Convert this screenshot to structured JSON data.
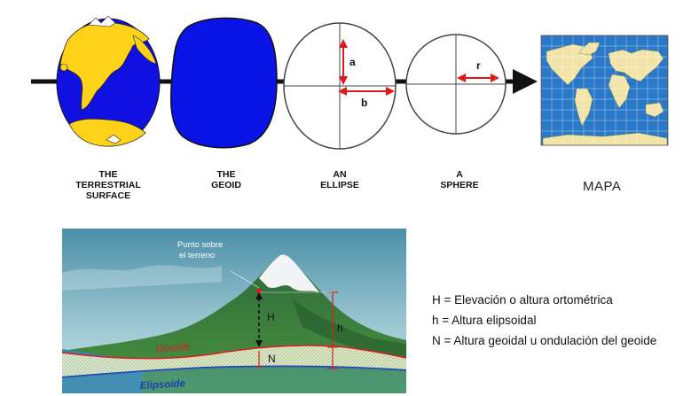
{
  "top_row": {
    "labels": [
      {
        "name": "terrestrial-surface-label",
        "text": "THE\nTERRESTRIAL\nSURFACE"
      },
      {
        "name": "geoid-label",
        "text": "THE\nGEOID"
      },
      {
        "name": "ellipse-label",
        "text": "AN\nELLIPSE"
      },
      {
        "name": "sphere-label",
        "text": "A\nSPHERE"
      }
    ],
    "ellipse_semi_major": "a",
    "ellipse_semi_minor": "b",
    "sphere_radius": "r",
    "map_label": "MAPA"
  },
  "cross_section": {
    "point_label": "Punto sobre\nel terreno",
    "H_label": "H",
    "h_label": "h",
    "N_label": "N",
    "geoid_label": "Geoide",
    "ellipsoid_label": "Elipsoide"
  },
  "legend": [
    "H = Elevación o altura ortométrica",
    "h = Altura elipsoidal",
    "N = Altura geoidal u ondulación del geoide"
  ],
  "colors": {
    "globe_ocean": "#1010e0",
    "globe_land": "#ffd21a",
    "geoid_fill": "#0a14e6",
    "arrow_red": "#e01818",
    "map_ocean": "#2a78c8",
    "map_land": "#f2e4a8",
    "geoid_line": "#d82020",
    "ellipsoid_line": "#1a3fb0"
  }
}
